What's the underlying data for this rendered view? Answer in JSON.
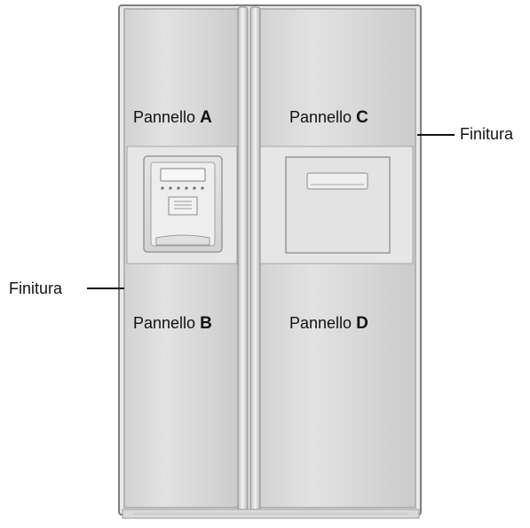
{
  "panels": {
    "a": {
      "name": "Pannello",
      "letter": "A"
    },
    "b": {
      "name": "Pannello",
      "letter": "B"
    },
    "c": {
      "name": "Pannello",
      "letter": "C"
    },
    "d": {
      "name": "Pannello",
      "letter": "D"
    }
  },
  "trim_right": {
    "label": "Finitura"
  },
  "trim_left": {
    "label": "Finitura"
  },
  "colors": {
    "panel": "#dcdcdc",
    "panel_edge": "#f4f4f4",
    "frame": "#8a8a8a",
    "recess": "#e9e9e9",
    "text": "#111111"
  }
}
